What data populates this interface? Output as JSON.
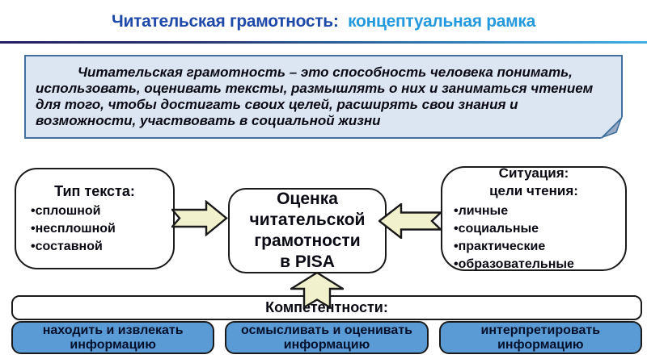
{
  "slide": {
    "title": {
      "part1": "Читательская грамотность:",
      "part2": "концептуальная рамка"
    },
    "definition": "Читательская грамотность – это способность человека понимать, использовать, оценивать тексты, размышлять о них и заниматься чтением для того, чтобы достигать своих целей, расширять свои знания и возможности, участвовать в социальной жизни",
    "left_box": {
      "title": "Тип текста:",
      "items": [
        "•сплошной",
        "•несплошной",
        "•составной"
      ]
    },
    "center_box": {
      "text": "Оценка\nчитательской\nграмотности\nв PISA"
    },
    "right_box": {
      "title": "Ситуация:\nцели чтения:",
      "items": [
        "•личные",
        "•социальные",
        "•практические",
        "•образовательные"
      ]
    },
    "competencies": {
      "title": "Компетентности:",
      "items": [
        "находить и извлекать\nинформацию",
        "осмысливать и оценивать\nинформацию",
        "интерпретировать\nинформацию"
      ]
    },
    "colors": {
      "title_primary": "#1e49a8",
      "title_accent": "#2499dd",
      "definition_box_bg": "#dbe6f2",
      "definition_box_border": "#41719c",
      "arrow_fill": "#f1f2cd",
      "arrow_outline": "#1a1a1a",
      "competency_box_bg": "#5b9bd5",
      "box_border": "#1a1a1a"
    }
  }
}
